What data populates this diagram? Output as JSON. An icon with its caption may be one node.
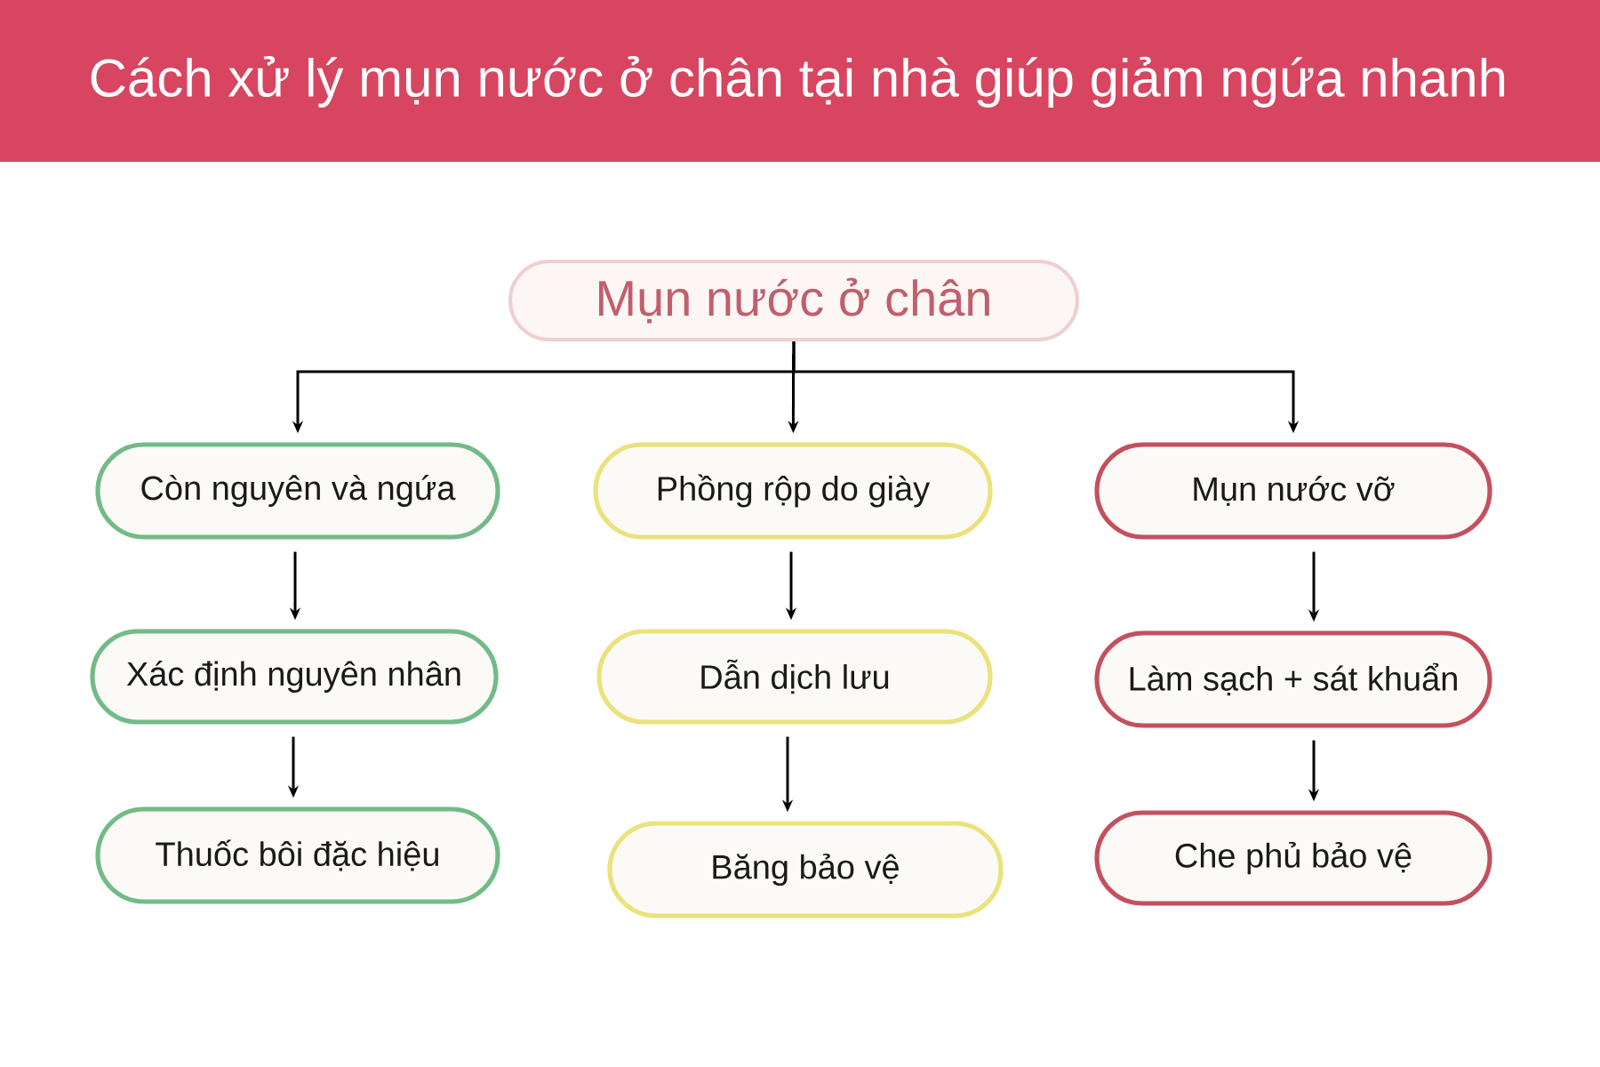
{
  "diagram": {
    "title": "Cách xử lý mụn nước ở chân tại nhà giúp giảm ngứa nhanh",
    "nodes": [
      {
        "text": [
          "Mụn nước ở chân"
        ]
      },
      {
        "text": [
          "Còn nguyên và ngứa"
        ]
      },
      {
        "text": [
          "Phồng rộp do giày"
        ]
      },
      {
        "text": [
          "Mụn nước vỡ"
        ]
      },
      {
        "text": [
          "Xác định nguyên nhân"
        ]
      },
      {
        "text": [
          "Dẫn dịch lưu"
        ]
      },
      {
        "text": [
          "Làm sạch + sát khuẩn"
        ]
      },
      {
        "text": [
          "Thuốc bôi đặc hiệu"
        ]
      },
      {
        "text": [
          "Băng bảo vệ"
        ]
      },
      {
        "text": [
          "Che phủ bảo vệ"
        ]
      }
    ],
    "edges": [
      {
        "from": 0,
        "to": 1,
        "arrow": "to"
      },
      {
        "from": 0,
        "to": 2,
        "arrow": "to"
      },
      {
        "from": 0,
        "to": 3,
        "arrow": "to"
      },
      {
        "from": 1,
        "to": 4,
        "arrow": "to"
      },
      {
        "from": 4,
        "to": 7,
        "arrow": "to"
      },
      {
        "from": 2,
        "to": 5,
        "arrow": "to"
      },
      {
        "from": 5,
        "to": 8,
        "arrow": "to"
      },
      {
        "from": 3,
        "to": 6,
        "arrow": "to"
      },
      {
        "from": 6,
        "to": 9,
        "arrow": "to"
      }
    ]
  }
}
